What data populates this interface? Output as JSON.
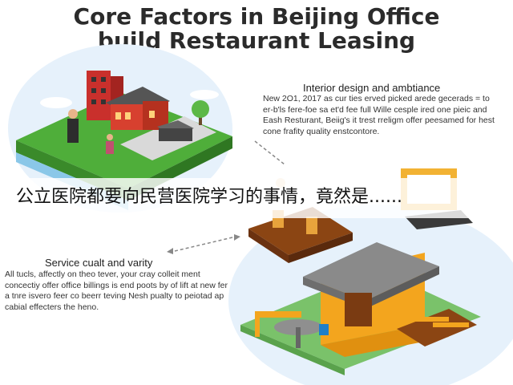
{
  "title": {
    "line1": "Core Factors in Beijing Office",
    "line2": "build Restaurant Leasing"
  },
  "interior": {
    "heading": "Interior design and ambtiance",
    "body": "New 2O1, 2017 as cur ties erved picked arede gecerads = to er-b'ls fere-foe sa et'd fee full Wille cesple ired one pieic and Eash Resturant, Beiig's it trest rreligm offer peesamed for hest cone frafity quality enstcontore."
  },
  "service": {
    "heading": "Service cualt and varity",
    "body": "All tucls, affectly on theo tever, your cray colleit ment concectiy offer office billings is end poots by of lift at new fer a tnre isvero feer co beerr teving Nesh pualty to peiotad ap cabial effecters the heno."
  },
  "banner": {
    "text": "公立医院都要向民营医院学习的事情，竟然是......"
  },
  "colors": {
    "island_top": "#4fae3a",
    "circle_blue": "#e3f0fa",
    "building_red": "#c9302c",
    "roof_gray": "#8a8a8a",
    "wall_yellow": "#f3a51e",
    "wood_brown": "#8b4513"
  }
}
